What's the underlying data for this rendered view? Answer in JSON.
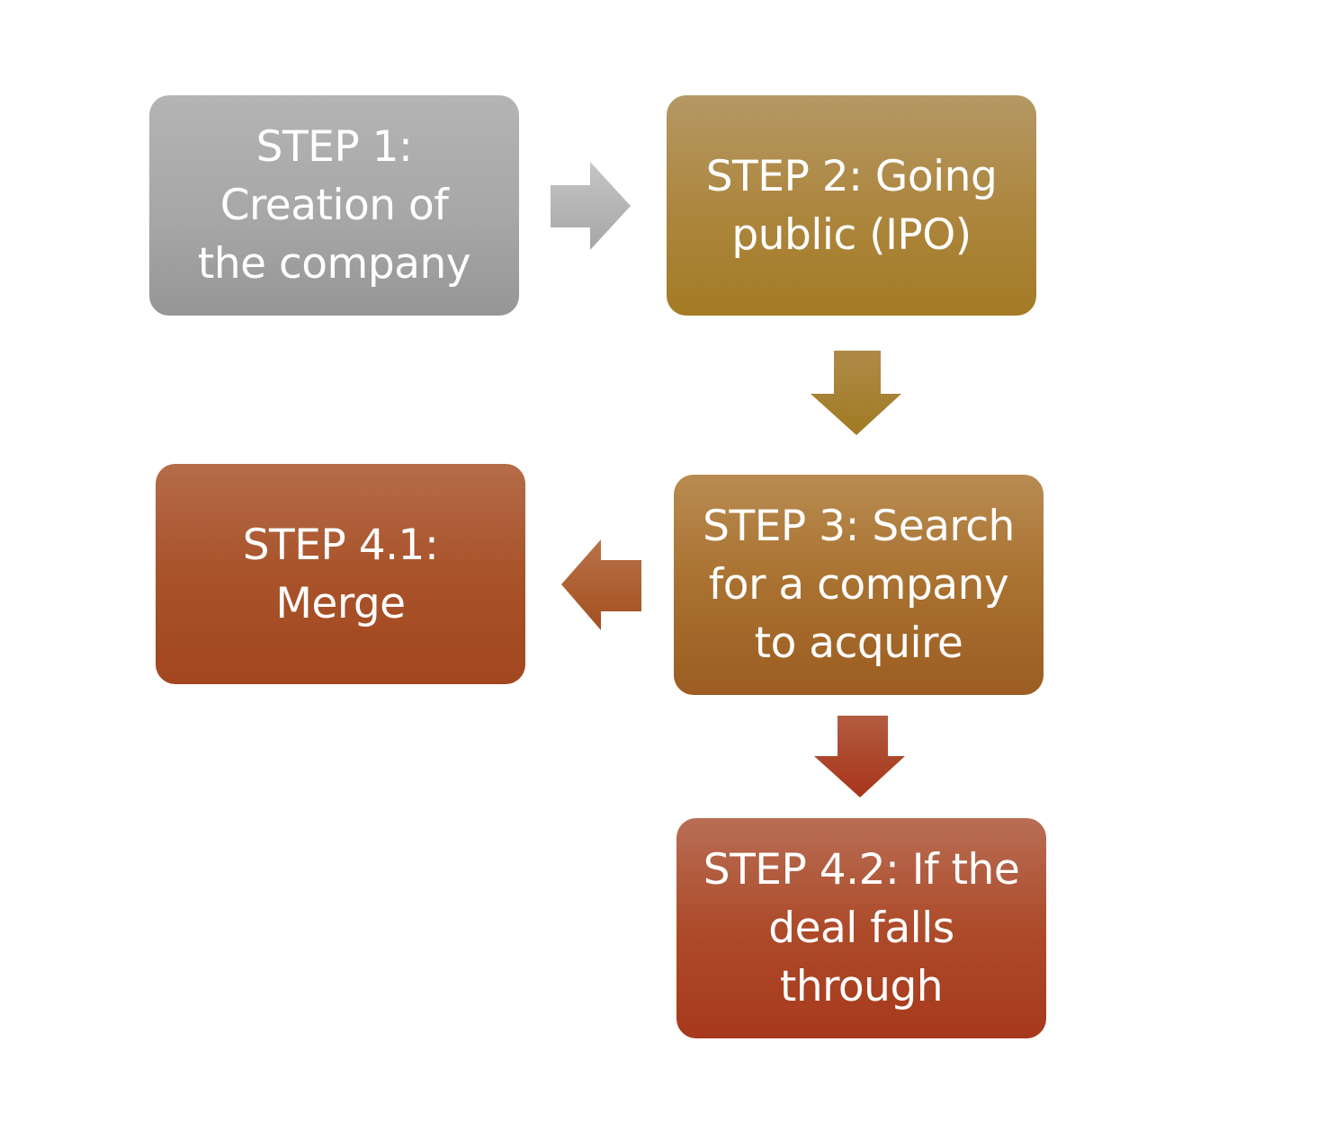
{
  "diagram": {
    "steps": [
      {
        "id": "step-1",
        "lines": [
          "STEP 1:",
          "Creation of",
          "the company"
        ]
      },
      {
        "id": "step-2",
        "lines": [
          "STEP 2: Going",
          "public (IPO)"
        ]
      },
      {
        "id": "step-3",
        "lines": [
          "STEP 3: Search",
          "for a company",
          "to acquire"
        ]
      },
      {
        "id": "step-4-1",
        "lines": [
          "STEP 4.1:",
          "Merge"
        ]
      },
      {
        "id": "step-4-2",
        "lines": [
          "STEP 4.2: If the",
          "deal falls",
          "through"
        ]
      }
    ],
    "connectors": [
      {
        "from": "step-1",
        "to": "step-2",
        "direction": "right",
        "color_top": "#c5c5c5",
        "color_bottom": "#a6a6a6"
      },
      {
        "from": "step-2",
        "to": "step-3",
        "direction": "down",
        "color_top": "#af8a48",
        "color_bottom": "#a07b22"
      },
      {
        "from": "step-3",
        "to": "step-4-1",
        "direction": "left",
        "color_top": "#b87248",
        "color_bottom": "#a34f20"
      },
      {
        "from": "step-3",
        "to": "step-4-2",
        "direction": "down",
        "color_top": "#b25c40",
        "color_bottom": "#a8341a"
      }
    ]
  }
}
